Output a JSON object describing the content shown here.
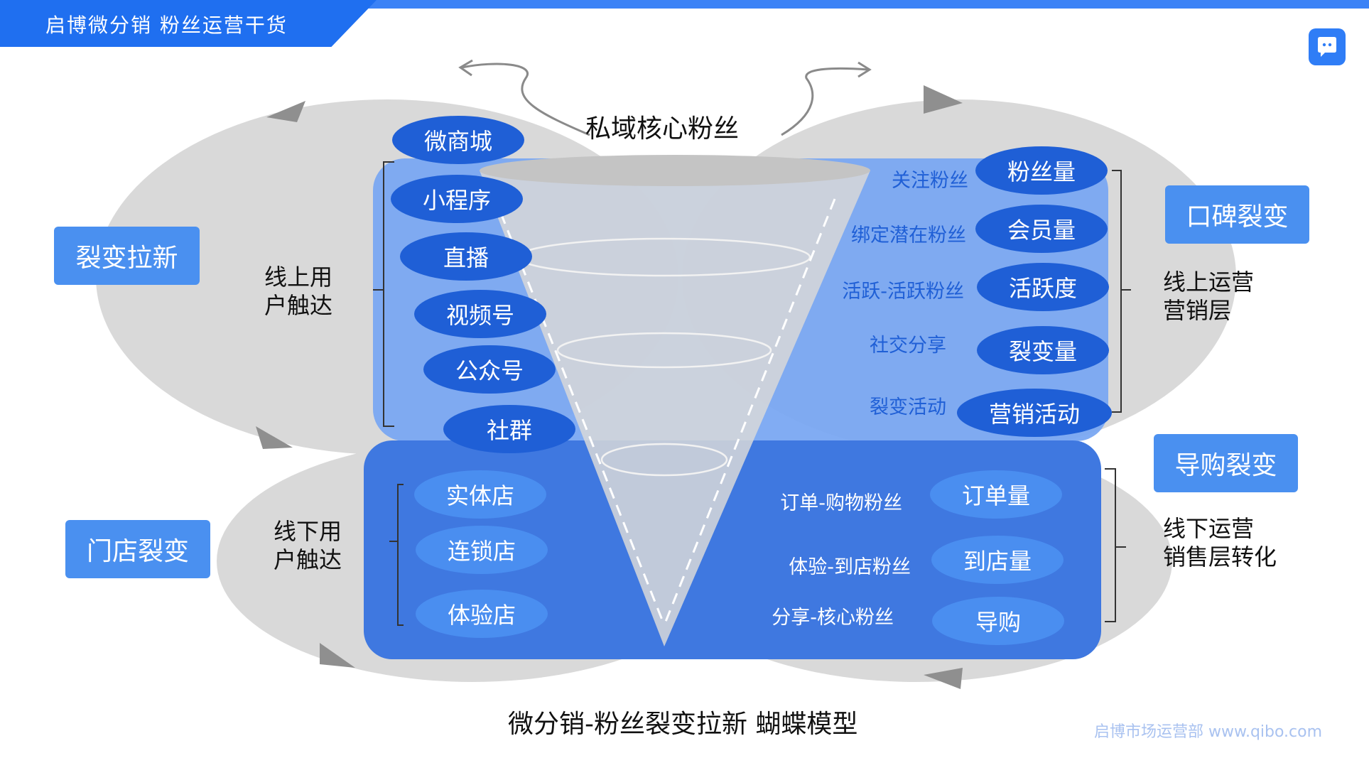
{
  "header": {
    "title": "启博微分销 粉丝运营干货"
  },
  "icons": {
    "chat": "chat-bubble-icon"
  },
  "funnel_title": "私域核心粉丝",
  "caption": "微分销-粉丝裂变拉新 蝴蝶模型",
  "footer": "启博市场运营部  www.qibo.com",
  "side_tags": {
    "left_top": "裂变拉新",
    "left_bottom": "门店裂变",
    "right_top": "口碑裂变",
    "right_bottom": "导购裂变"
  },
  "left_labels": {
    "online_reach": "线上用\n户触达",
    "offline_reach": "线下用\n户触达"
  },
  "right_labels": {
    "online_ops": "线上运营\n营销层",
    "offline_ops": "线下运营\n销售层转化"
  },
  "online_channels": [
    "微商城",
    "小程序",
    "直播",
    "视频号",
    "公众号",
    "社群"
  ],
  "offline_channels": [
    "实体店",
    "连锁店",
    "体验店"
  ],
  "online_metrics": [
    {
      "label": "关注粉丝",
      "pill": "粉丝量"
    },
    {
      "label": "绑定潜在粉丝",
      "pill": "会员量"
    },
    {
      "label": "活跃-活跃粉丝",
      "pill": "活跃度"
    },
    {
      "label": "社交分享",
      "pill": "裂变量"
    },
    {
      "label": "裂变活动",
      "pill": "营销活动"
    }
  ],
  "offline_metrics": [
    {
      "label": "订单-购物粉丝",
      "pill": "订单量"
    },
    {
      "label": "体验-到店粉丝",
      "pill": "到店量"
    },
    {
      "label": "分享-核心粉丝",
      "pill": "导购"
    }
  ],
  "colors": {
    "accent": "#1f6ff0",
    "online_panel": "#7aa8f2",
    "offline_panel": "#3f78e0",
    "pill_dark": "#1f5fd6",
    "pill_light": "#4a8ef0",
    "ellipse": "#d9d9d9"
  }
}
